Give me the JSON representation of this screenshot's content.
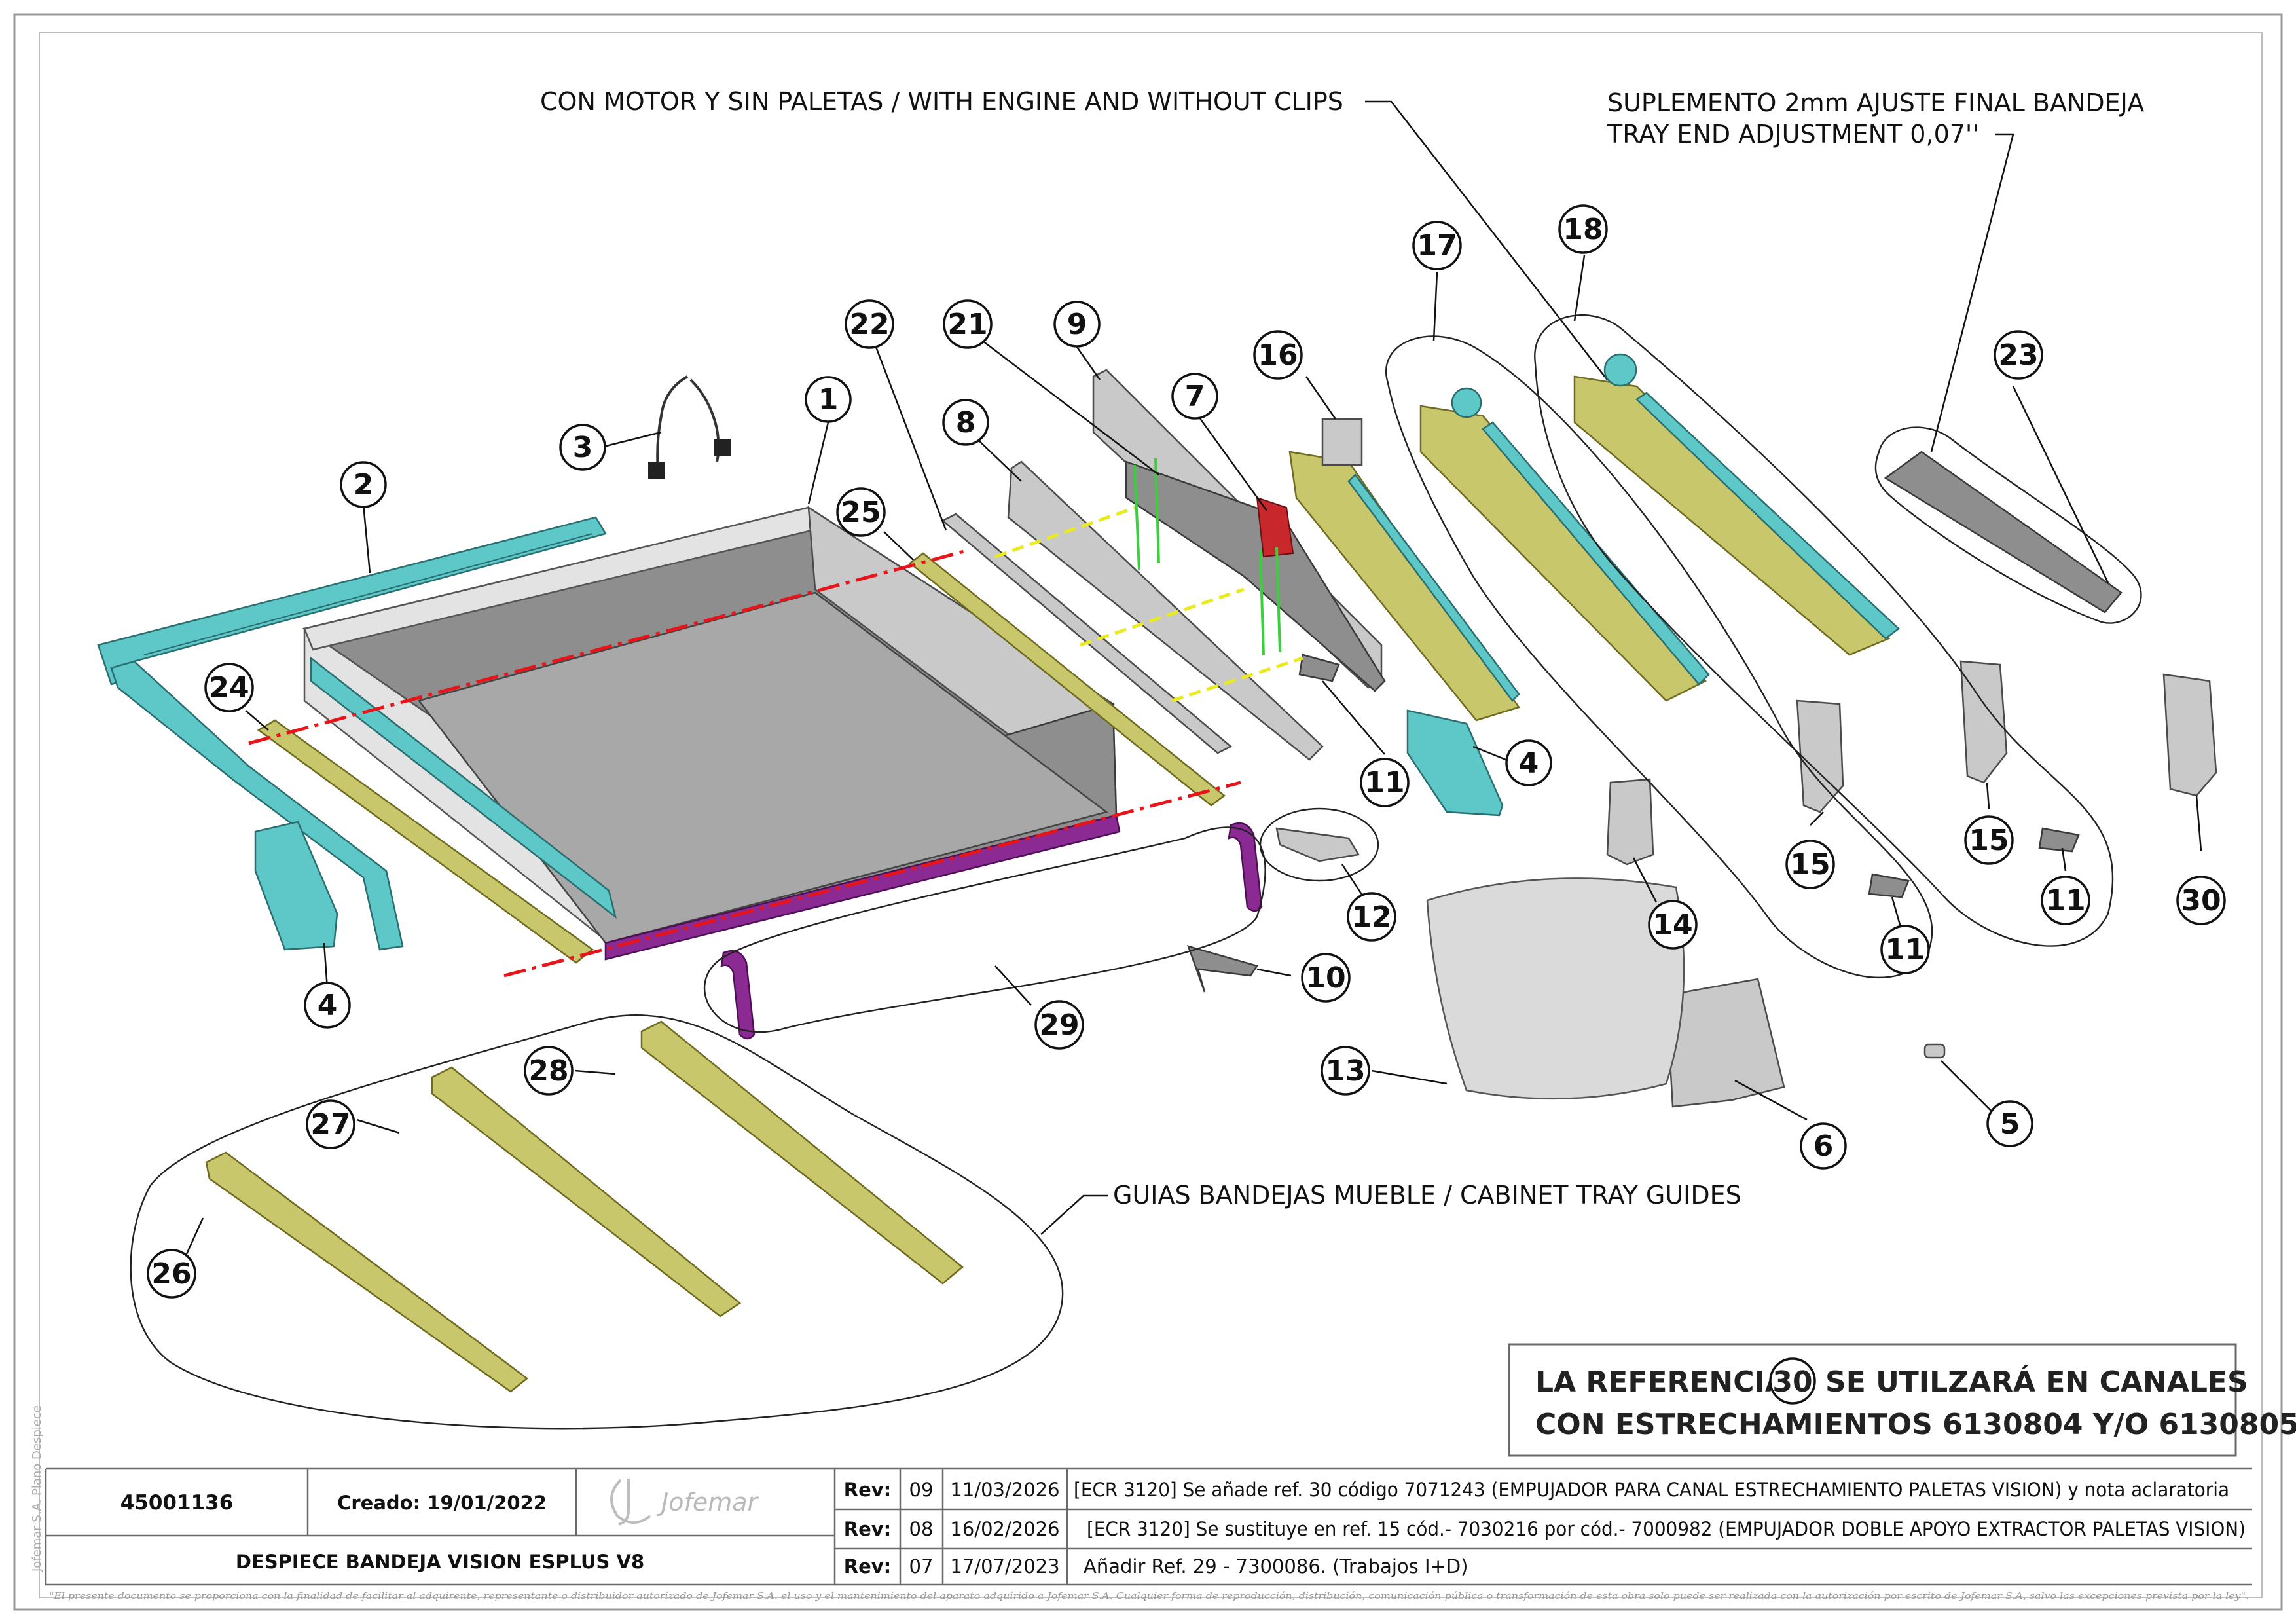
{
  "callouts": {
    "engine": "CON MOTOR Y SIN PALETAS / WITH ENGINE AND WITHOUT CLIPS",
    "shim_line1": "SUPLEMENTO 2mm AJUSTE FINAL BANDEJA",
    "shim_line2": "TRAY END ADJUSTMENT 0,07''",
    "guides": "GUIAS BANDEJAS MUEBLE / CABINET TRAY GUIDES"
  },
  "part_labels": {
    "p1": "1",
    "p2": "2",
    "p3": "3",
    "p4a": "4",
    "p4b": "4",
    "p5": "5",
    "p6": "6",
    "p7": "7",
    "p8": "8",
    "p9": "9",
    "p10": "10",
    "p11a": "11",
    "p11b": "11",
    "p11c": "11",
    "p12": "12",
    "p13": "13",
    "p14": "14",
    "p15a": "15",
    "p15b": "15",
    "p16": "16",
    "p17": "17",
    "p18": "18",
    "p21": "21",
    "p22": "22",
    "p23": "23",
    "p24": "24",
    "p25": "25",
    "p26": "26",
    "p27": "27",
    "p28": "28",
    "p29": "29",
    "p30": "30"
  },
  "note": {
    "line1_pre": "LA REFERENCIA",
    "ref": "30",
    "line1_post": "SE UTILZARÁ EN CANALES",
    "line2": "CON ESTRECHAMIENTOS 6130804 Y/O 6130805"
  },
  "title_block": {
    "code": "45001136",
    "created": "Creado: 19/01/2022",
    "logo": "Jofemar",
    "title": "DESPIECE BANDEJA VISION ESPLUS V8",
    "rev_label": "Rev:",
    "revisions": [
      {
        "num": "09",
        "date": "11/03/2026",
        "desc": "[ECR 3120] Se añade ref. 30 código 7071243 (EMPUJADOR PARA CANAL ESTRECHAMIENTO PALETAS VISION) y nota aclaratoria"
      },
      {
        "num": "08",
        "date": "16/02/2026",
        "desc": "[ECR 3120] Se sustituye en ref. 15 cód.- 7030216 por cód.- 7000982 (EMPUJADOR DOBLE APOYO EXTRACTOR PALETAS VISION)"
      },
      {
        "num": "07",
        "date": "17/07/2023",
        "desc": "Añadir Ref. 29 - 7300086. (Trabajos I+D)"
      }
    ]
  },
  "side_text": "Jofemar S.A. Plano Despiece",
  "footer": "\"El presente documento se proporciona con la finalidad de facilitar al adquirente, representante o distribuidor autorizado de Jofemar S.A. el uso y el mantenimiento del aparato adquirido a Jofemar S.A. Cualquier forma de reproducción, distribución, comunicación pública o transformación de esta obra solo puede ser realizada con la autorización por escrito de Jofemar S.A, salvo las excepciones prevista por la ley\".",
  "colors": {
    "cyan_parts": "#5ec8c8",
    "olive_parts": "#c9c76b",
    "purple_parts": "#8b2a93",
    "red_axis": "#e8141a",
    "yellow_axis": "#eaea22",
    "green_axis": "#38d13c"
  }
}
